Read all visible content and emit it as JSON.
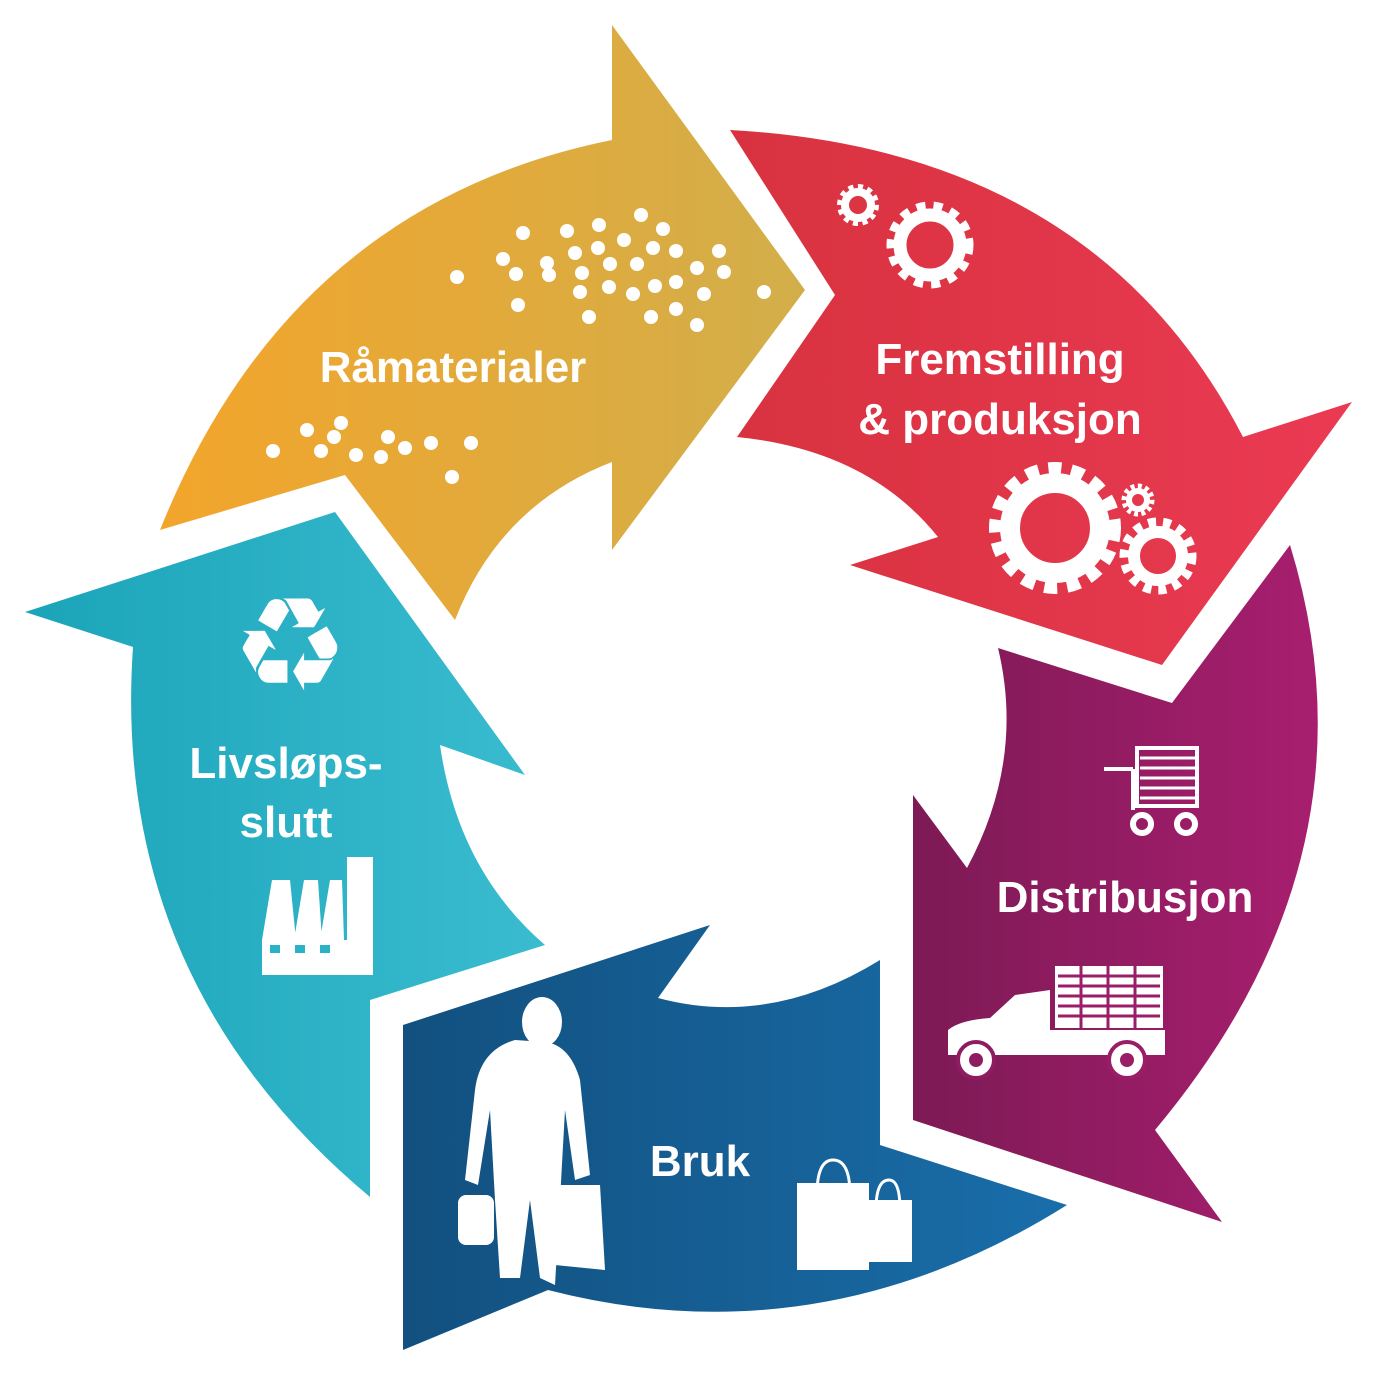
{
  "title": "Livsløp",
  "stages": [
    {
      "id": "ramaterialer",
      "lines": [
        "Råmaterialer"
      ],
      "color_start": "#f3a52b",
      "color_end": "#d2ae4a",
      "icon": "particles-icon"
    },
    {
      "id": "fremstilling",
      "lines": [
        "Fremstilling",
        "& produksjon"
      ],
      "color_start": "#d8323f",
      "color_end": "#ea3a53",
      "icon": "gears-icon"
    },
    {
      "id": "distribusjon",
      "lines": [
        "Distribusjon"
      ],
      "color_start": "#7d1a55",
      "color_end": "#a81e6f",
      "icon": "truck-icon"
    },
    {
      "id": "bruk",
      "lines": [
        "Bruk"
      ],
      "color_start": "#12507f",
      "color_end": "#196eaa",
      "icon": "shopper-icon"
    },
    {
      "id": "livslopsslutt",
      "lines": [
        "Livsløps-",
        "slutt"
      ],
      "color_start": "#1ba4b9",
      "color_end": "#3abcd0",
      "icon": "recycle-icon"
    }
  ]
}
